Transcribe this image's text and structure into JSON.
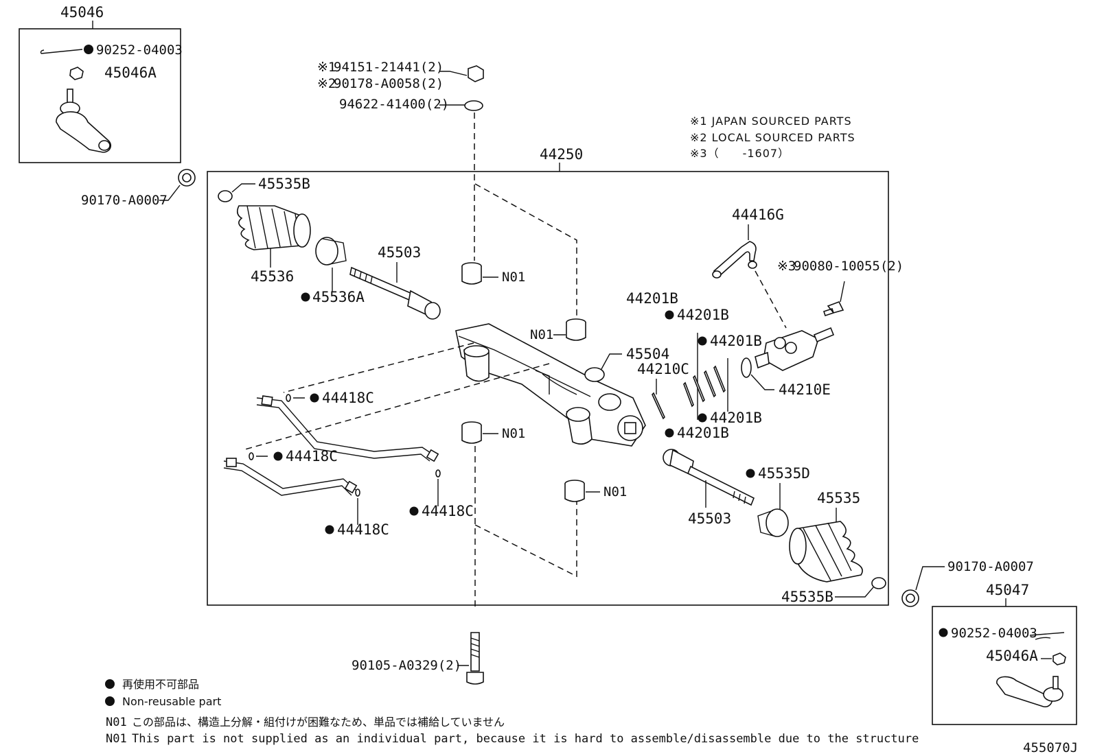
{
  "parts": {
    "p45046": "45046",
    "p90252_a": "90252-04003",
    "p45046A_a": "45046A",
    "p90170_a": "90170-A0007",
    "p44250": "44250",
    "p45535B_a": "45535B",
    "p45536": "45536",
    "p45536A": "45536A",
    "p45503_a": "45503",
    "p94151_mark": "※1",
    "p94151": "94151-21441(2)",
    "p90178_mark": "※2",
    "p90178": "90178-A0058(2)",
    "p94622": "94622-41400(2)",
    "n01_a": "N01",
    "n01_b": "N01",
    "n01_c": "N01",
    "n01_d": "N01",
    "p44201B_top": "44201B",
    "p44201B_1": "44201B",
    "p44201B_2": "44201B",
    "p44201B_3": "44201B",
    "p44201B_4": "44201B",
    "p45504": "45504",
    "p44210C": "44210C",
    "p44416G": "44416G",
    "p90080_mark": "※3",
    "p90080": "90080-10055(2)",
    "p44210E": "44210E",
    "p44418C_1": "44418C",
    "p44418C_2": "44418C",
    "p44418C_3": "44418C",
    "p44418C_4": "44418C",
    "p45535D": "45535D",
    "p45535": "45535",
    "p45503_b": "45503",
    "p45535B_b": "45535B",
    "p90170_b": "90170-A0007",
    "p45047": "45047",
    "p90252_b": "90252-04003",
    "p45046A_b": "45046A",
    "p90105": "90105-A0329(2)"
  },
  "notes": {
    "n1": "※1 JAPAN SOURCED PARTS",
    "n2": "※2 LOCAL SOURCED PARTS",
    "n3": "※3（　　-1607）"
  },
  "legend": {
    "ja": "再使用不可部品",
    "en": "Non-reusable part",
    "n01_code_ja": "N01",
    "n01_ja": "この部品は、構造上分解・組付けが困難なため、単品では補給していません",
    "n01_code_en": "N01",
    "n01_en": "This part is not supplied as an individual part,  because it is hard to assemble/disassemble due to the structure"
  },
  "figure_id": "455070J"
}
